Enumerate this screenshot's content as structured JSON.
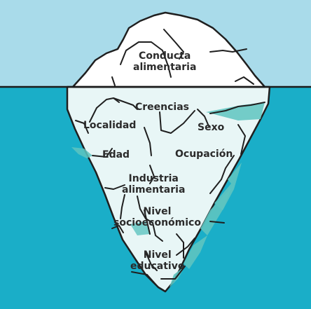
{
  "diagram": {
    "colors": {
      "sky": "#a9dbea",
      "water": "#1aaec8",
      "waterline": "#1a1a1a",
      "ice_above": "#ffffff",
      "ice_below": "#e8f6f6",
      "ice_shade": "#5ec4c0",
      "outline": "#1f1f1f"
    },
    "labels": {
      "conducta_1": "Conducta",
      "conducta_2": "alimentaria",
      "creencias": "Creencias",
      "localidad": "Localidad",
      "sexo": "Sexo",
      "edad": "Edad",
      "ocupacion": "Ocupación",
      "industria_1": "Industria",
      "industria_2": "alimentaria",
      "nivel_socio_1": "Nivel",
      "nivel_socio_2": "socioeconómico",
      "nivel_edu_1": "Nivel",
      "nivel_edu_2": "educativo"
    }
  }
}
